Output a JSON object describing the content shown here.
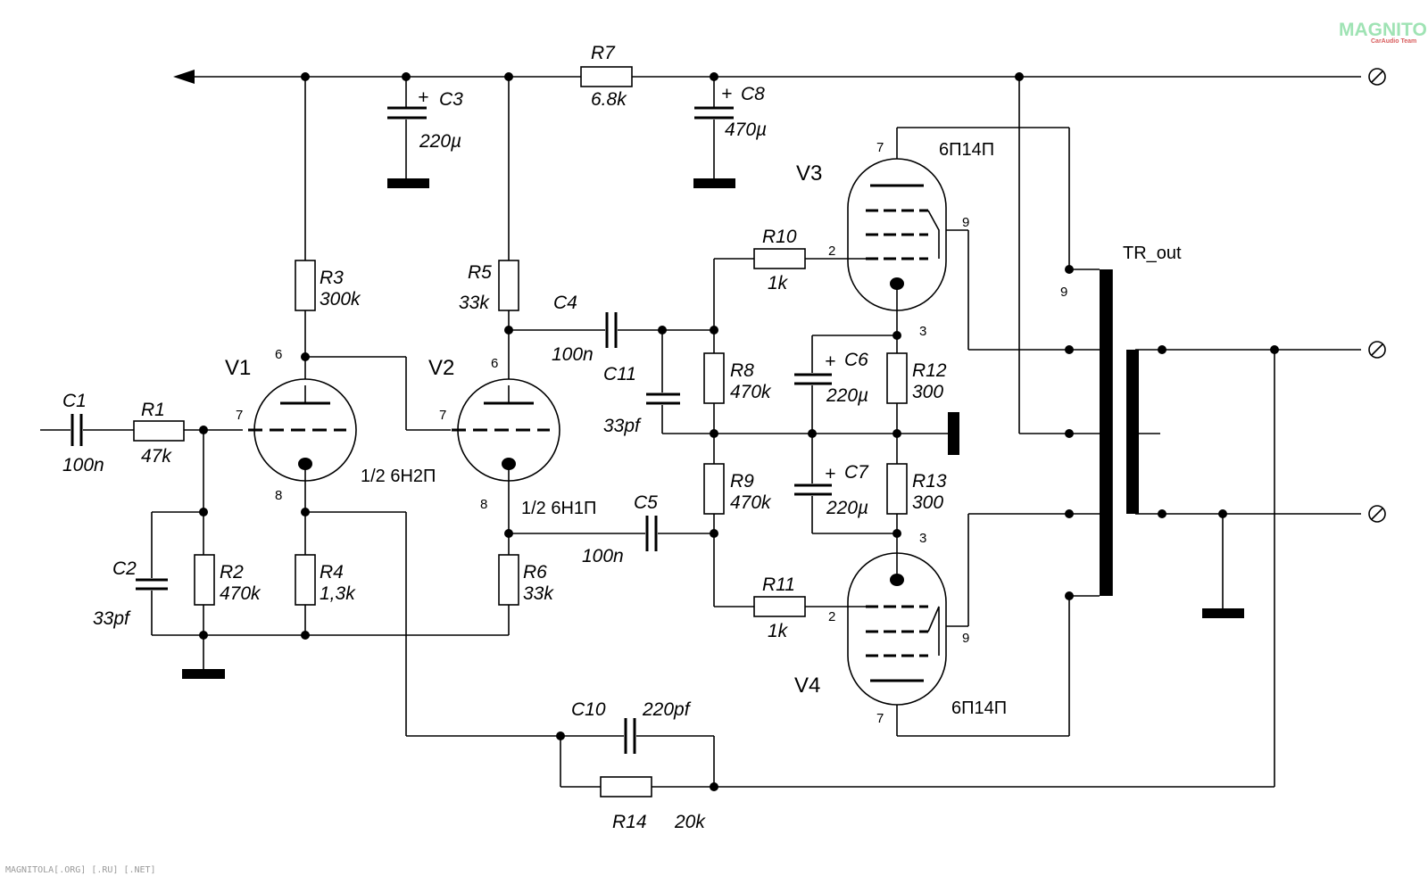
{
  "watermark": {
    "logo": "MAGNITOLA",
    "logo_sub": "CarAudio Team",
    "footer": "MAGNITOLA[.ORG] [.RU] [.NET]"
  },
  "components": {
    "C1": {
      "ref": "C1",
      "value": "100n"
    },
    "C2": {
      "ref": "C2",
      "value": "33pf"
    },
    "C3": {
      "ref": "C3",
      "value": "220µ"
    },
    "C4": {
      "ref": "C4",
      "value": "100n"
    },
    "C5": {
      "ref": "C5",
      "value": "100n"
    },
    "C6": {
      "ref": "C6",
      "value": "220µ"
    },
    "C7": {
      "ref": "C7",
      "value": "220µ"
    },
    "C8": {
      "ref": "C8",
      "value": "470µ"
    },
    "C10": {
      "ref": "C10",
      "value": "220pf"
    },
    "C11": {
      "ref": "C11",
      "value": "33pf"
    },
    "R1": {
      "ref": "R1",
      "value": "47k"
    },
    "R2": {
      "ref": "R2",
      "value": "470k"
    },
    "R3": {
      "ref": "R3",
      "value": "300k"
    },
    "R4": {
      "ref": "R4",
      "value": "1,3k"
    },
    "R5": {
      "ref": "R5",
      "value": "33k"
    },
    "R6": {
      "ref": "R6",
      "value": "33k"
    },
    "R7": {
      "ref": "R7",
      "value": "6.8k"
    },
    "R8": {
      "ref": "R8",
      "value": "470k"
    },
    "R9": {
      "ref": "R9",
      "value": "470k"
    },
    "R10": {
      "ref": "R10",
      "value": "1k"
    },
    "R11": {
      "ref": "R11",
      "value": "1k"
    },
    "R12": {
      "ref": "R12",
      "value": "300"
    },
    "R13": {
      "ref": "R13",
      "value": "300"
    },
    "R14": {
      "ref": "R14",
      "value": "20k"
    }
  },
  "tubes": {
    "V1": {
      "ref": "V1",
      "type": "1/2 6Н2П"
    },
    "V2": {
      "ref": "V2",
      "type": "1/2 6Н1П"
    },
    "V3": {
      "ref": "V3",
      "type": "6П14П"
    },
    "V4": {
      "ref": "V4",
      "type": "6П14П"
    }
  },
  "transformer": {
    "ref": "TR_out"
  },
  "pins": {
    "p6": "6",
    "p7": "7",
    "p8": "8",
    "p2": "2",
    "p3": "3",
    "p9": "9"
  },
  "polarity": "+"
}
